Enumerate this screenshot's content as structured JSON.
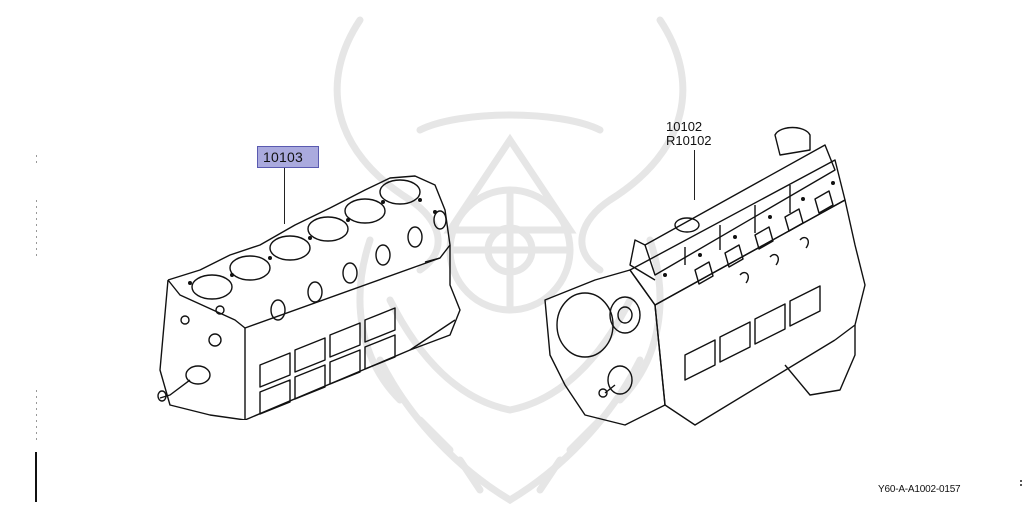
{
  "diagram": {
    "type": "parts-diagram",
    "subject": "engine assembly",
    "callouts": [
      {
        "id": "short-block",
        "label": "10103",
        "highlighted": true,
        "highlight_fill": "#aaaade",
        "highlight_border": "#5a5ab0"
      },
      {
        "id": "engine-assembly",
        "label_line1": "10102",
        "label_line2": "R10102",
        "highlighted": false
      }
    ],
    "illustrations": [
      {
        "name": "cylinder-block",
        "callout": "10103"
      },
      {
        "name": "complete-engine",
        "callout": "10102"
      }
    ],
    "figure_code": "Y60-A-A1002-0157",
    "watermark": "samurai-mask-logo"
  }
}
